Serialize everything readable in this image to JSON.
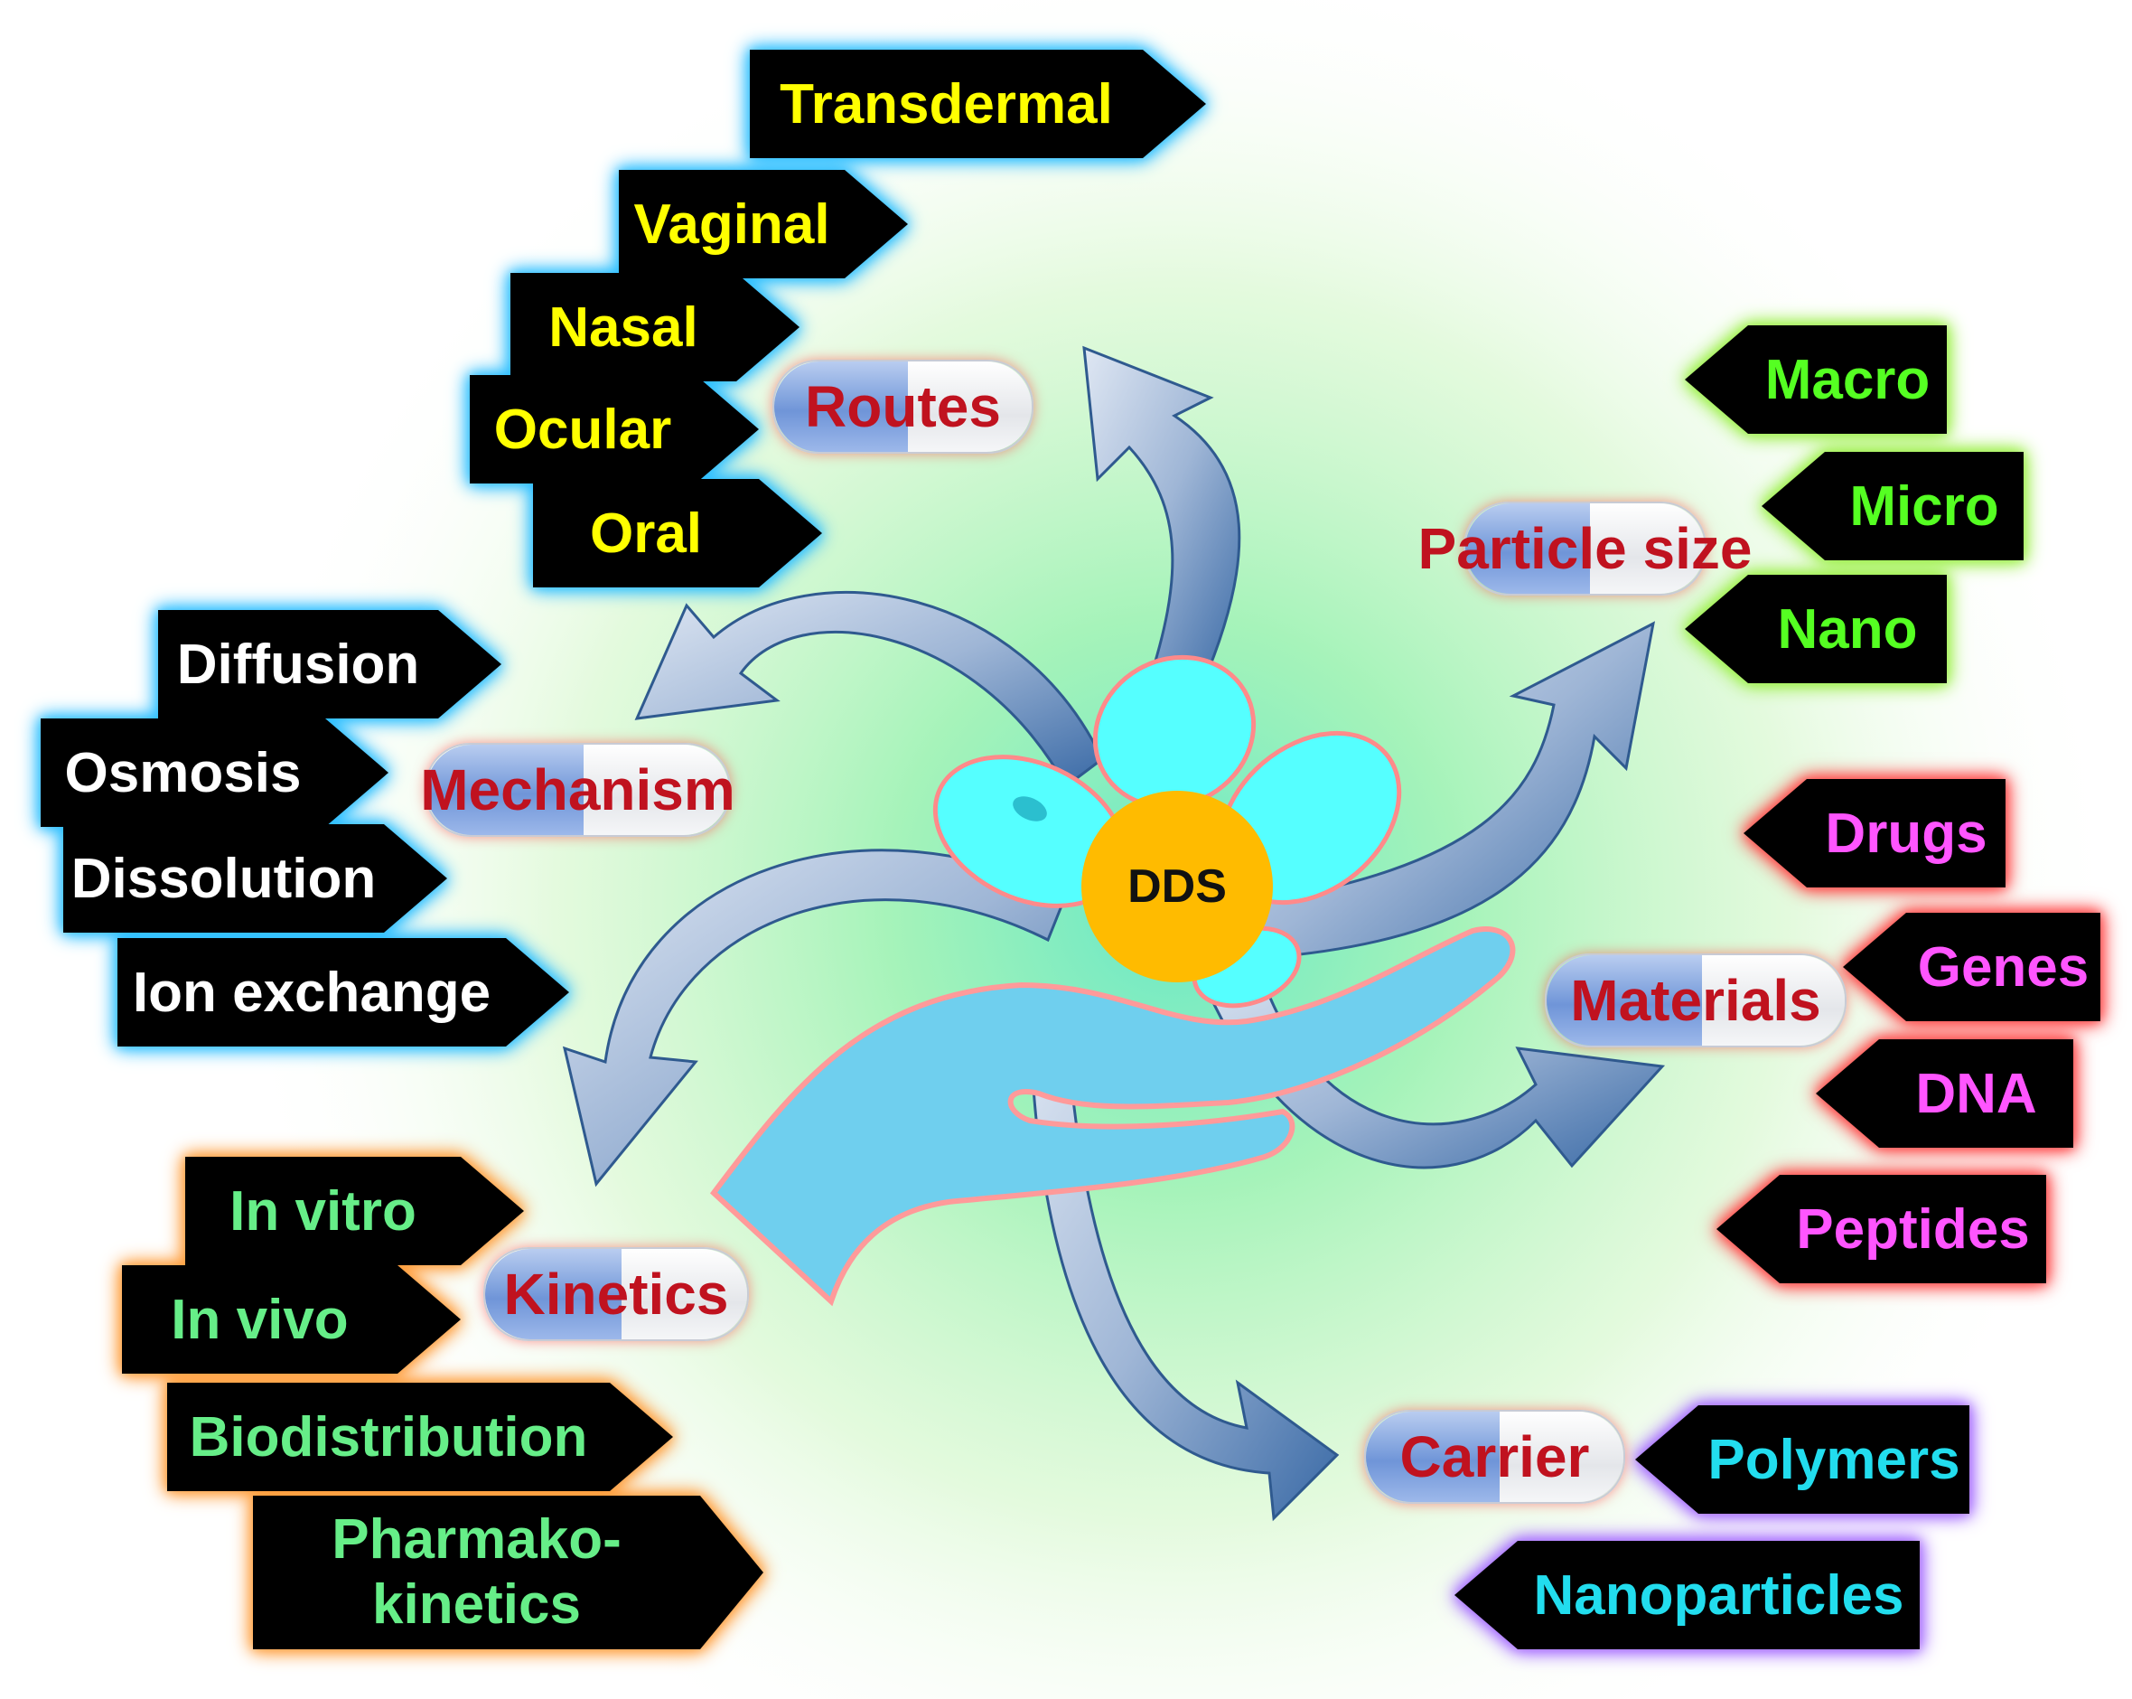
{
  "center": {
    "label": "DDS"
  },
  "colors": {
    "tag_background": "#000000",
    "routes_text": "#ffff00",
    "mechanism_text": "#ffffff",
    "particle_text": "#55ff22",
    "materials_text": "#ff55ff",
    "kinetics_text": "#66ee88",
    "carrier_text": "#22ddee",
    "category_text": "#c0121f",
    "center_circle": "#ffbb00",
    "petal": "#55ffff",
    "hand": "#6fcfee",
    "arrow": "#3a6aa6"
  },
  "categories": {
    "routes": {
      "label": "Routes",
      "items": [
        "Transdermal",
        "Vaginal",
        "Nasal",
        "Ocular",
        "Oral"
      ]
    },
    "mechanism": {
      "label": "Mechanism",
      "items": [
        "Diffusion",
        "Osmosis",
        "Dissolution",
        "Ion exchange"
      ]
    },
    "particle_size": {
      "label": "Particle size",
      "items": [
        "Macro",
        "Micro",
        "Nano"
      ]
    },
    "materials": {
      "label": "Materials",
      "items": [
        "Drugs",
        "Genes",
        "DNA",
        "Peptides"
      ]
    },
    "kinetics": {
      "label": "Kinetics",
      "items": [
        "In vitro",
        "In vivo",
        "Biodistribution",
        "Pharmako-",
        "kinetics"
      ]
    },
    "carrier": {
      "label": "Carrier",
      "items": [
        "Polymers",
        "Nanoparticles"
      ]
    }
  }
}
